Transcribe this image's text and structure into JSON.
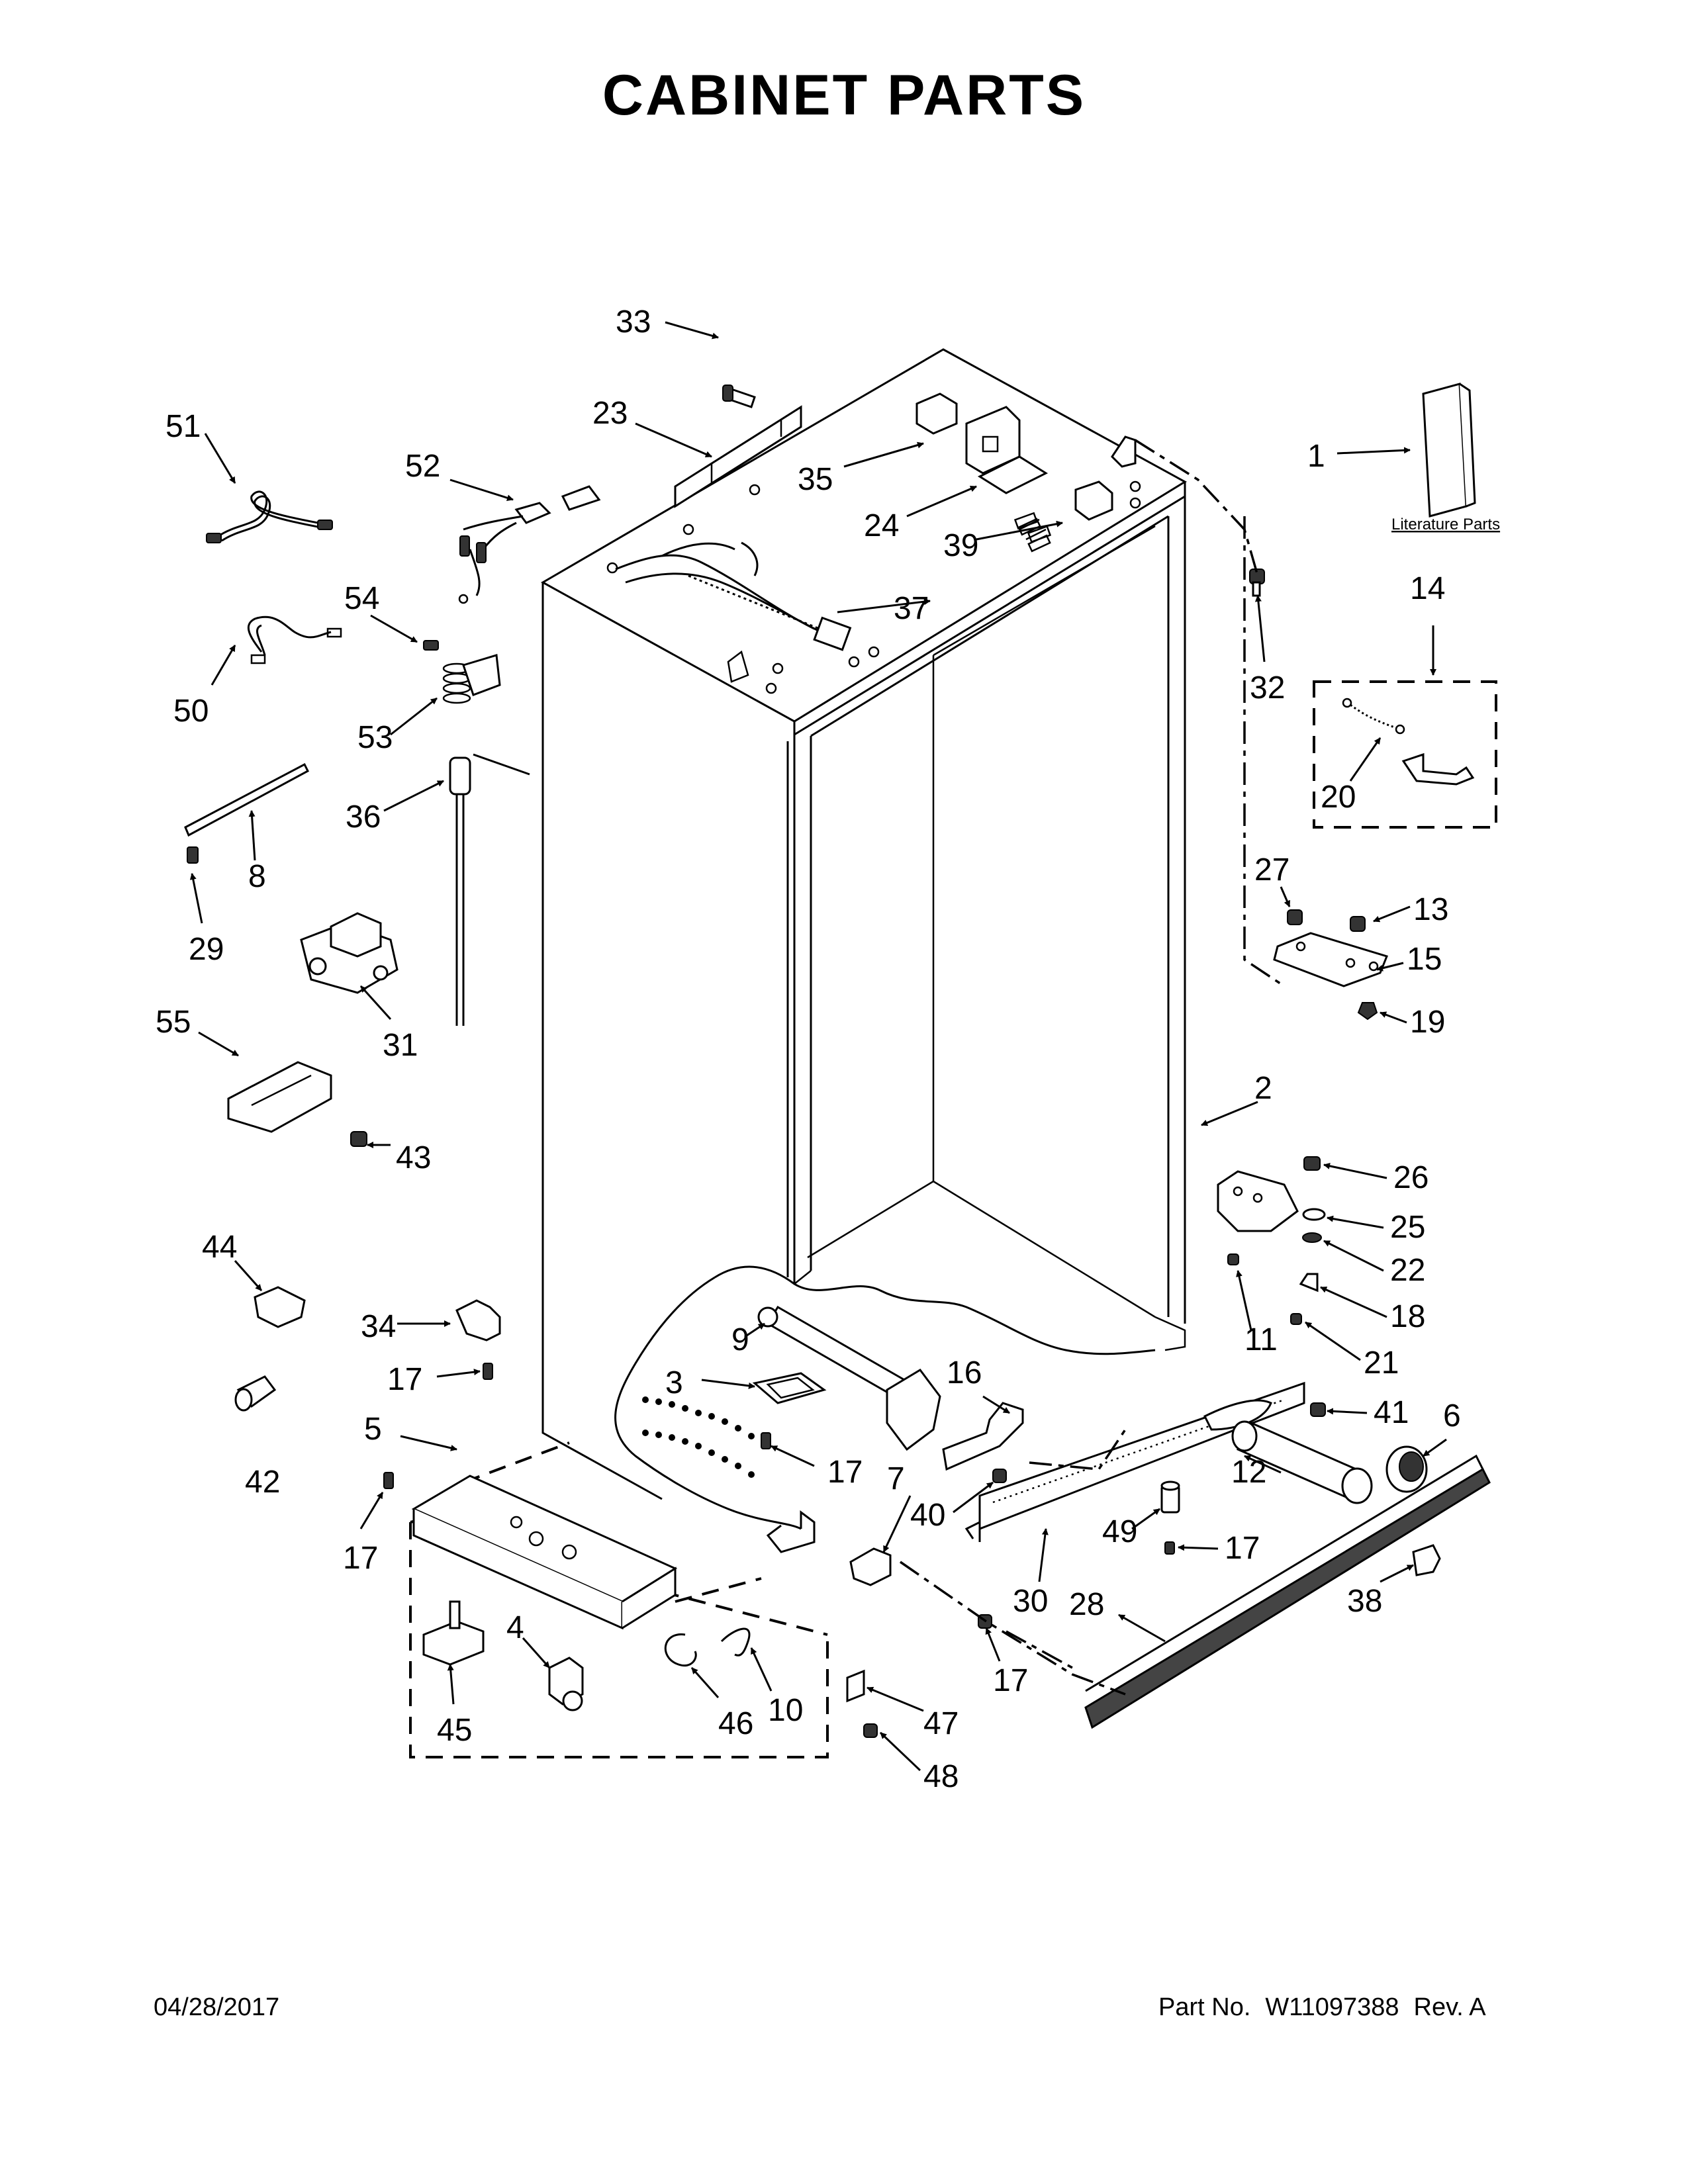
{
  "title": "CABINET PARTS",
  "footer": {
    "date": "04/28/2017",
    "part_prefix": "Part No.",
    "part_number": "W11097388",
    "revision": "Rev. A"
  },
  "literature_label": "Literature Parts",
  "callouts": {
    "c1": "1",
    "c2": "2",
    "c3": "3",
    "c4": "4",
    "c5": "5",
    "c6": "6",
    "c7": "7",
    "c8": "8",
    "c9": "9",
    "c10": "10",
    "c11": "11",
    "c12": "12",
    "c13": "13",
    "c14": "14",
    "c15": "15",
    "c16": "16",
    "c17": "17",
    "c18": "18",
    "c19": "19",
    "c20": "20",
    "c21": "21",
    "c22": "22",
    "c23": "23",
    "c24": "24",
    "c25": "25",
    "c26": "26",
    "c27": "27",
    "c28": "28",
    "c29": "29",
    "c30": "30",
    "c31": "31",
    "c32": "32",
    "c33": "33",
    "c34": "34",
    "c35": "35",
    "c36": "36",
    "c37": "37",
    "c38": "38",
    "c39": "39",
    "c40": "40",
    "c41": "41",
    "c42": "42",
    "c43": "43",
    "c44": "44",
    "c45": "45",
    "c46": "46",
    "c47": "47",
    "c48": "48",
    "c49": "49",
    "c50": "50",
    "c51": "51",
    "c52": "52",
    "c53": "53",
    "c54": "54",
    "c55": "55"
  }
}
